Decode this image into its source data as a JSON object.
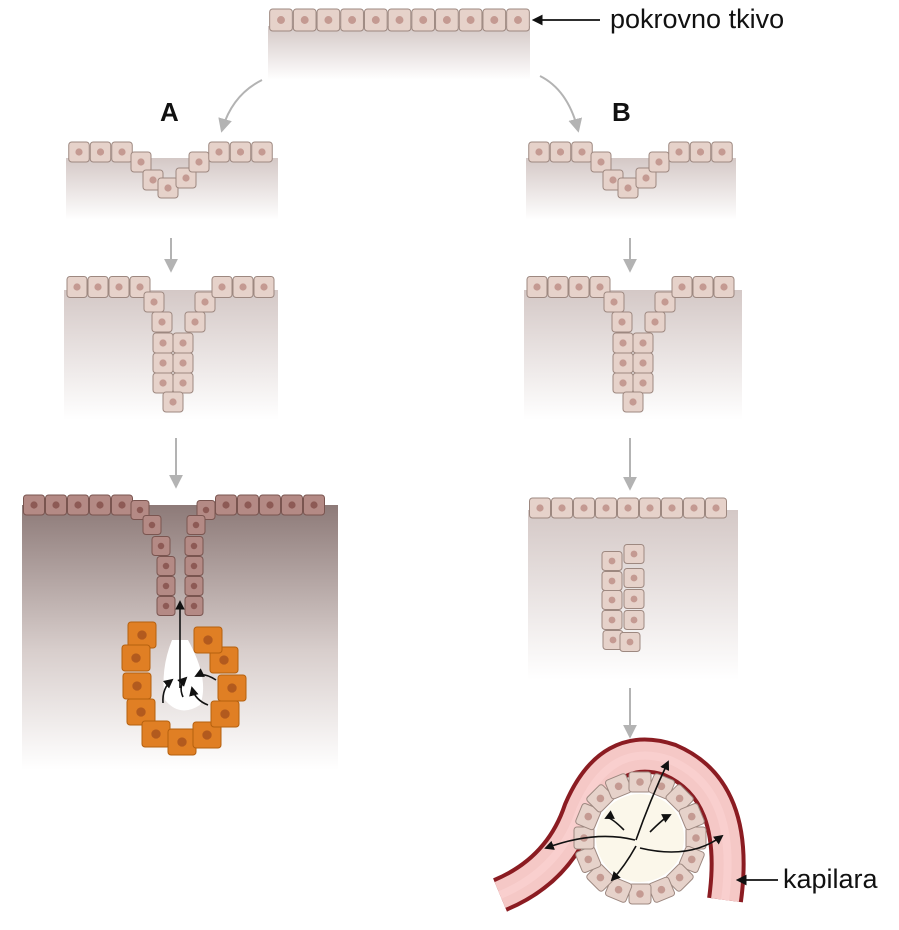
{
  "labels": {
    "top_tissue": "pokrovno tkivo",
    "path_a": "A",
    "path_b": "B",
    "capillary": "kapilara"
  },
  "colors": {
    "cell_fill": "#e6d2ca",
    "cell_stroke": "#9d8880",
    "nucleus": "#c49a92",
    "dark_cell_fill": "#b48a85",
    "dark_cell_stroke": "#7a5550",
    "dark_nucleus": "#8d5a55",
    "gland_cell_fill": "#e07f24",
    "gland_cell_stroke": "#b5600e",
    "gland_nucleus": "#b25a1e",
    "connective_top": "#d4c8c6",
    "connective_dark_top": "#8d7a78",
    "capillary_wall": "#8b1c22",
    "capillary_lumen": "#f5c8c6",
    "follicle_lumen": "#fbf7ea",
    "flow_arrow": "#b3b3b3"
  }
}
